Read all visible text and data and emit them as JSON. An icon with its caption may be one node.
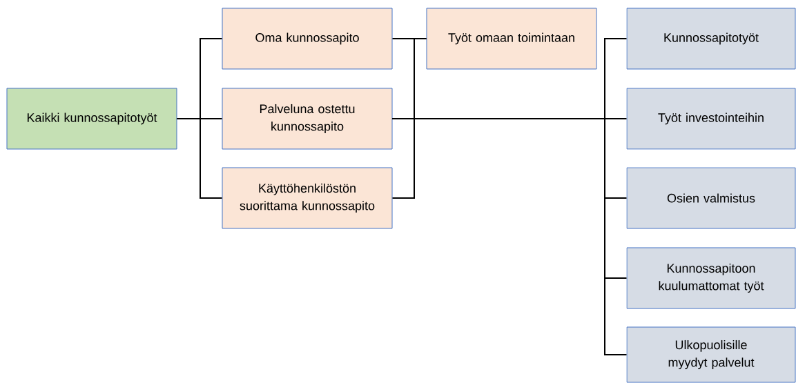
{
  "diagram": {
    "nodes": [
      {
        "text": [
          "Kaikki kunnossapitotyöt"
        ]
      },
      {
        "text": [
          "Oma kunnossapito"
        ]
      },
      {
        "text": [
          "Palveluna ostettu kunnossapito"
        ]
      },
      {
        "text": [
          "Käyttöhenkilöstön suorittama kunnossapito"
        ]
      },
      {
        "text": [
          "Työt omaan toimintaan"
        ]
      },
      {
        "text": [
          "Kunnossapitotyöt"
        ]
      },
      {
        "text": [
          "Työt investointeihin"
        ]
      },
      {
        "text": [
          "Osien valmistus"
        ]
      },
      {
        "text": [
          "Kunnossapitoon kuulumattomat työt"
        ]
      },
      {
        "text": [
          "Ulkopuolisille myydyt palvelut"
        ]
      }
    ],
    "edges": [
      {
        "from": 0,
        "to": 1,
        "arrow": "none"
      },
      {
        "from": 0,
        "to": 2,
        "arrow": "none"
      },
      {
        "from": 0,
        "to": 3,
        "arrow": "none"
      },
      {
        "from": 1,
        "to": 4,
        "arrow": "none"
      },
      {
        "from": 3,
        "to": 4,
        "arrow": "none"
      },
      {
        "from": 2,
        "to": 5,
        "arrow": "none"
      },
      {
        "from": 2,
        "to": 6,
        "arrow": "none"
      },
      {
        "from": 2,
        "to": 7,
        "arrow": "none"
      },
      {
        "from": 2,
        "to": 8,
        "arrow": "none"
      },
      {
        "from": 2,
        "to": 9,
        "arrow": "none"
      }
    ]
  }
}
